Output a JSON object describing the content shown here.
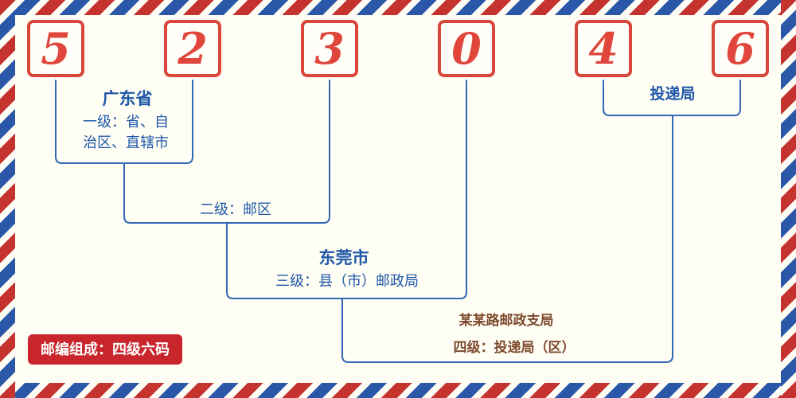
{
  "digits": [
    "5",
    "2",
    "3",
    "0",
    "4",
    "6"
  ],
  "annotations": {
    "level1_region": "广东省",
    "level1_desc": "一级：省、自治区、直辖市",
    "level2_desc": "二级：邮区",
    "level3_region": "东莞市",
    "level3_desc": "三级：县（市）邮政局",
    "level4_office": "某某路邮政支局",
    "level4_desc": "四级：投递局（区）",
    "delivery_office_label": "投递局",
    "composition_badge": "邮编组成：四级六码"
  },
  "colors": {
    "background": "#fffef4",
    "digit_red": "#e0463b",
    "box_border_red": "#d8463c",
    "line_blue": "#3168b5",
    "text_blue": "#1e56a8",
    "text_brown": "#7d4a2e",
    "badge_red": "#c9252c",
    "stripe_red": "#c4332e",
    "stripe_blue": "#2a57a7"
  }
}
